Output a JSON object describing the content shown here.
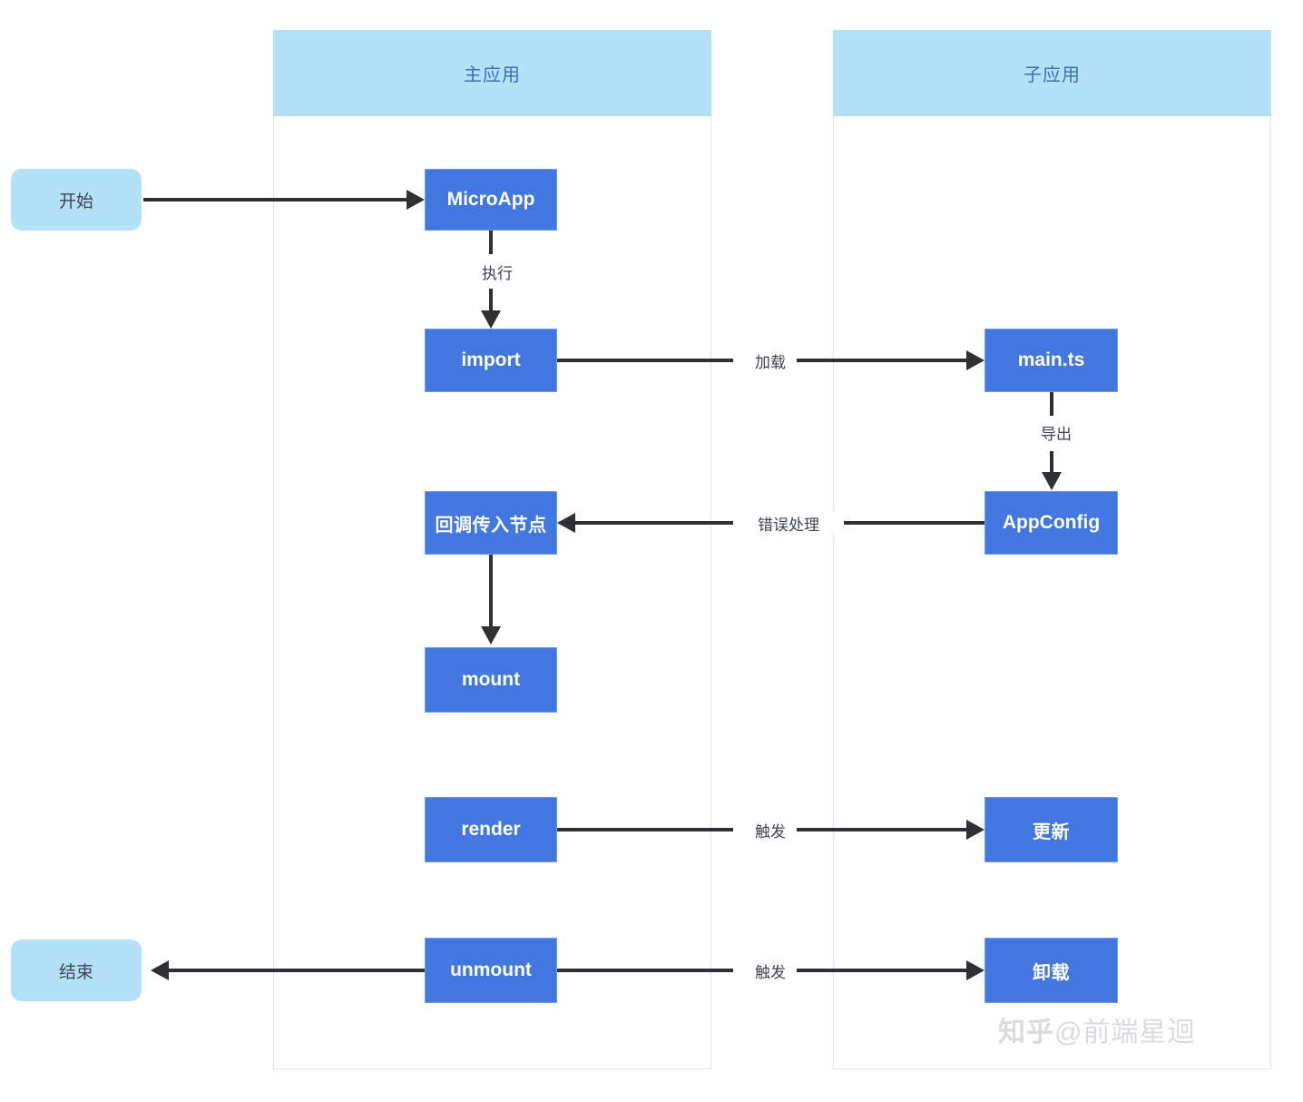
{
  "diagram": {
    "type": "swimlane-flowchart",
    "lanes": [
      {
        "id": "main-app",
        "title": "主应用"
      },
      {
        "id": "sub-app",
        "title": "子应用"
      }
    ],
    "nodes": {
      "start": "开始",
      "microapp": "MicroApp",
      "import": "import",
      "callback_node": "回调传入节点",
      "mount": "mount",
      "render": "render",
      "unmount": "unmount",
      "end": "结束",
      "main_ts": "main.ts",
      "app_config": "AppConfig",
      "update": "更新",
      "uninstall": "卸载"
    },
    "edge_labels": {
      "execute": "执行",
      "load": "加载",
      "export": "导出",
      "error_handling": "错误处理",
      "trigger_render": "触发",
      "trigger_unmount": "触发"
    }
  },
  "watermark": {
    "logo": "知乎",
    "handle": "@前端星迴"
  },
  "colors": {
    "lane_header": "#b3e1f8",
    "process_node": "#4277e0",
    "terminator_node": "#b3e1f8",
    "connector": "#2f3033",
    "lane_border": "#e2e4e8"
  }
}
